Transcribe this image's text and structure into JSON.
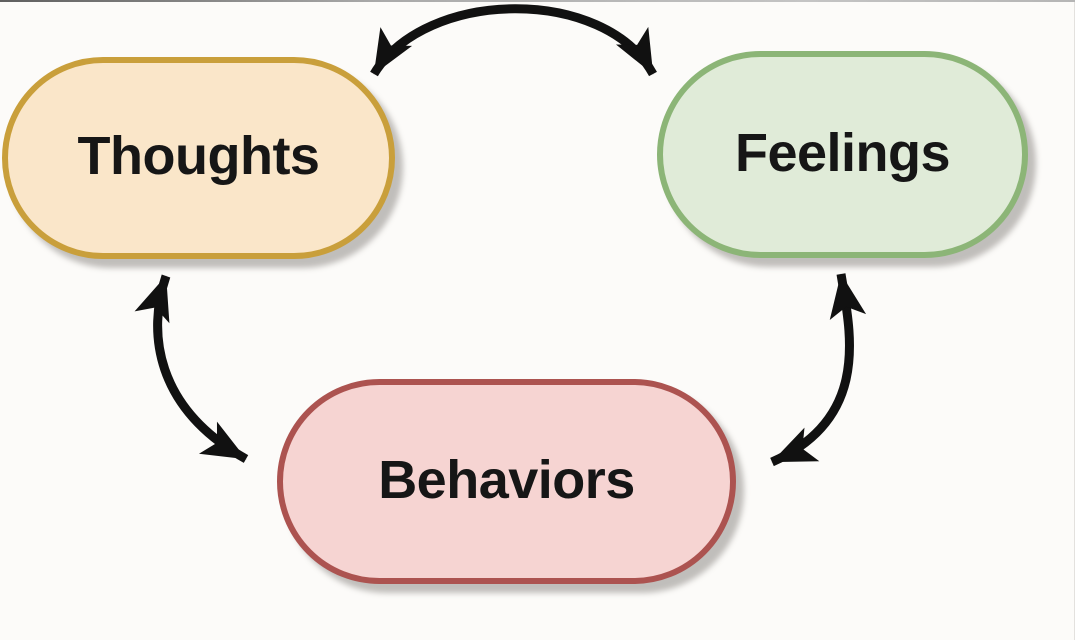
{
  "diagram": {
    "nodes": [
      {
        "id": "thoughts",
        "label": "Thoughts",
        "fill": "#FAE6C9",
        "border": "#C99F3B"
      },
      {
        "id": "feelings",
        "label": "Feelings",
        "fill": "#E0EBD8",
        "border": "#8CB577"
      },
      {
        "id": "behaviors",
        "label": "Behaviors",
        "fill": "#F6D4D2",
        "border": "#AC5350"
      }
    ],
    "edges": [
      {
        "from": "thoughts",
        "to": "feelings",
        "bidirectional": true,
        "style": "curved-double-arrow"
      },
      {
        "from": "thoughts",
        "to": "behaviors",
        "bidirectional": true,
        "style": "curved-double-arrow"
      },
      {
        "from": "feelings",
        "to": "behaviors",
        "bidirectional": true,
        "style": "curved-double-arrow"
      }
    ],
    "colors": {
      "arrow": "#111111",
      "background": "#FCFBF9",
      "text": "#161616",
      "shadow": "rgba(120,116,110,0.45)"
    }
  }
}
